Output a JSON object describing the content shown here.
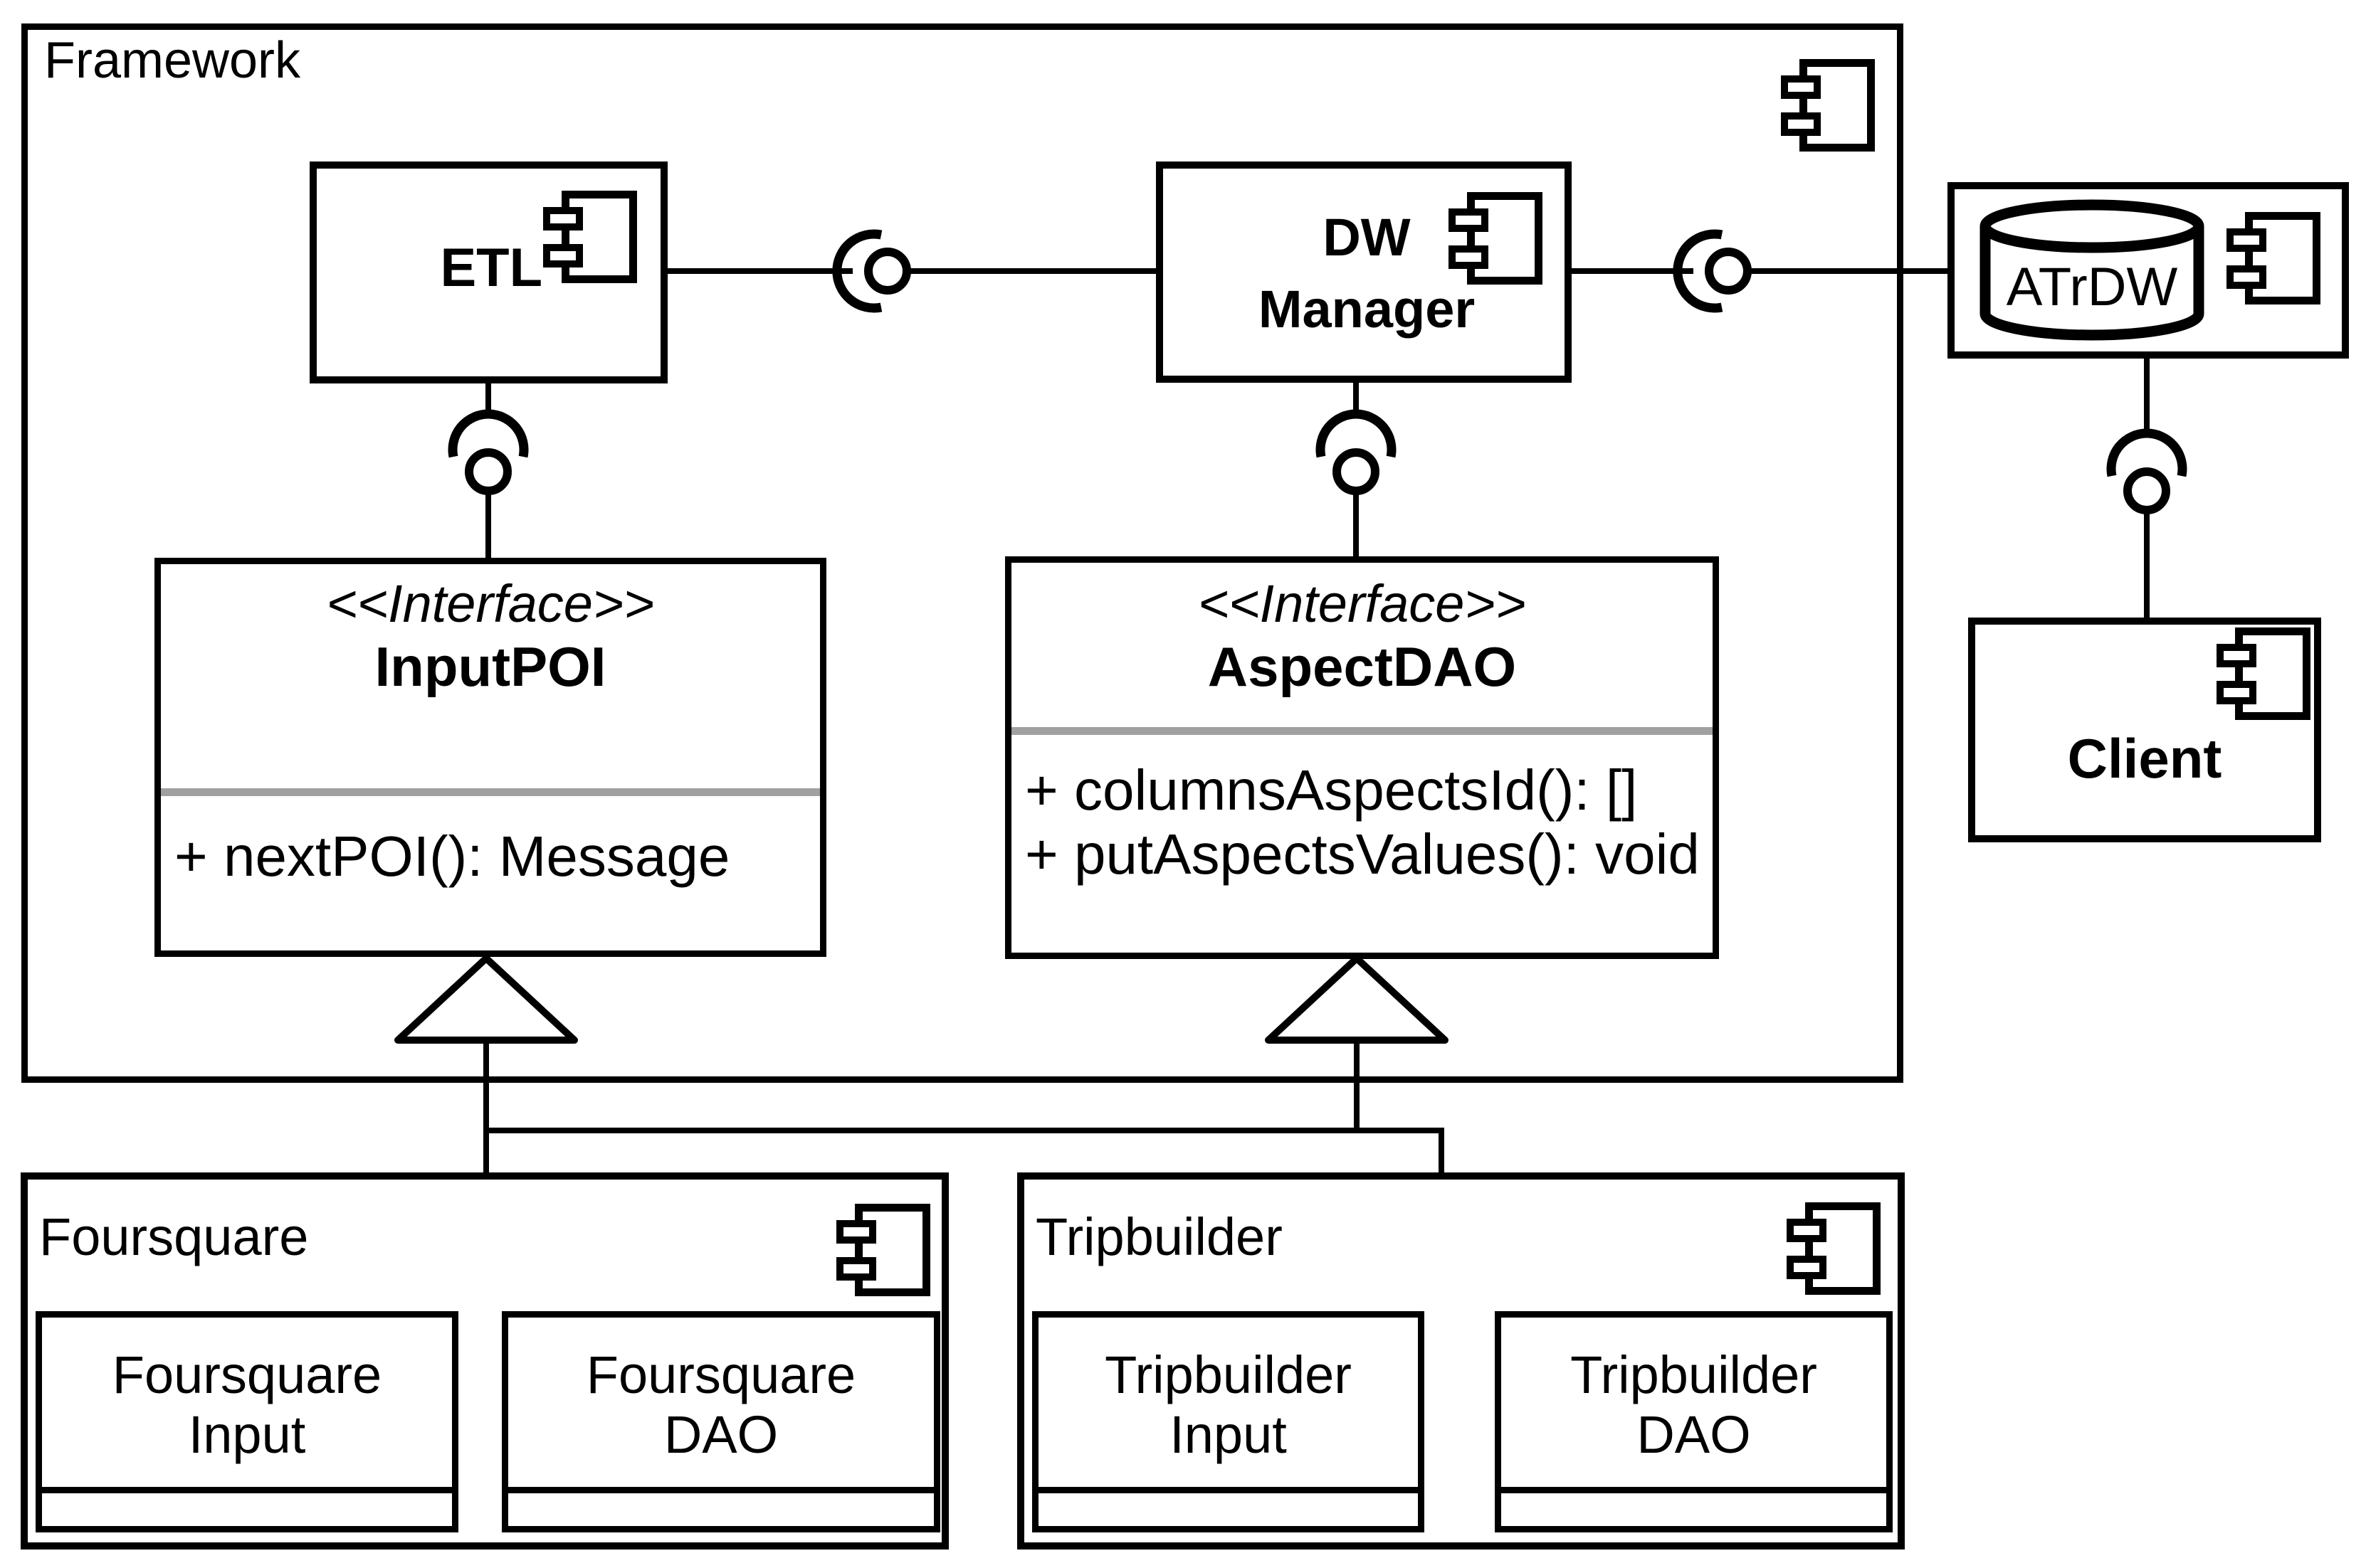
{
  "diagram_type": "UML component diagram",
  "colors": {
    "line": "#000000",
    "background": "#ffffff",
    "separator": "#a0a0a0"
  },
  "framework": {
    "label": "Framework",
    "etl": {
      "label": "ETL"
    },
    "dw_manager": {
      "label": "DW\nManager"
    },
    "input_poi": {
      "stereotype": "<<Interface>>",
      "name": "InputPOI",
      "methods": [
        "+ nextPOI(): Message"
      ]
    },
    "aspect_dao": {
      "stereotype": "<<Interface>>",
      "name": "AspectDAO",
      "methods": [
        "+ columnsAspectsId(): []",
        "+ putAspectsValues(): void"
      ]
    }
  },
  "atrdw": {
    "label": "ATrDW"
  },
  "client": {
    "label": "Client"
  },
  "foursquare": {
    "label": "Foursquare",
    "classes": [
      {
        "name": "Foursquare\nInput"
      },
      {
        "name": "Foursquare\nDAO"
      }
    ]
  },
  "tripbuilder": {
    "label": "Tripbuilder",
    "classes": [
      {
        "name": "Tripbuilder\nInput"
      },
      {
        "name": "Tripbuilder\nDAO"
      }
    ]
  },
  "icons": {
    "component": "component-icon",
    "database": "database-cylinder-icon",
    "ball": "provided-interface-ball-icon",
    "socket": "required-interface-socket-icon",
    "triangle": "realization-triangle-icon"
  },
  "connectors": [
    {
      "from": "ETL",
      "to": "DW Manager",
      "type": "ball-and-socket"
    },
    {
      "from": "DW Manager",
      "to": "ATrDW",
      "type": "ball-and-socket"
    },
    {
      "from": "ETL",
      "to": "InputPOI",
      "type": "ball-and-socket"
    },
    {
      "from": "DW Manager",
      "to": "AspectDAO",
      "type": "ball-and-socket"
    },
    {
      "from": "ATrDW",
      "to": "Client",
      "type": "ball-and-socket"
    },
    {
      "from": "Foursquare",
      "to": "InputPOI",
      "type": "realization"
    },
    {
      "from": "Tripbuilder",
      "to": "InputPOI",
      "type": "realization"
    },
    {
      "from": "Foursquare",
      "to": "AspectDAO",
      "type": "realization"
    },
    {
      "from": "Tripbuilder",
      "to": "AspectDAO",
      "type": "realization"
    }
  ]
}
